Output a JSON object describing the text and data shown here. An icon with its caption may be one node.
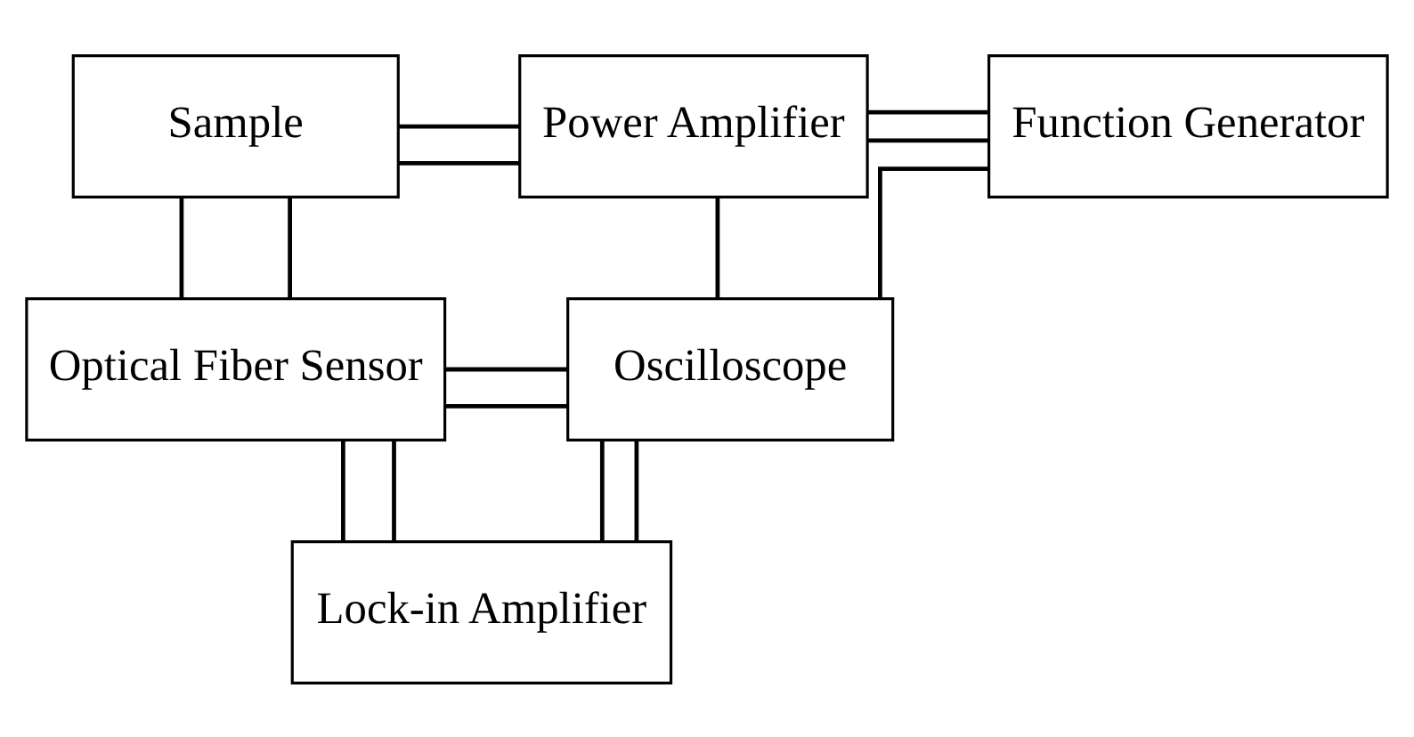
{
  "diagram": {
    "nodes": [
      {
        "text": [
          "Sample"
        ]
      },
      {
        "text": [
          "Power Amplifier"
        ]
      },
      {
        "text": [
          "Function Generator"
        ]
      },
      {
        "text": [
          "Optical Fiber Sensor"
        ]
      },
      {
        "text": [
          "Oscilloscope"
        ]
      },
      {
        "text": [
          "Lock-in Amplifier"
        ]
      }
    ],
    "edges": [
      {
        "from": 0,
        "to": 1,
        "arrow": "none"
      },
      {
        "from": 0,
        "to": 1,
        "arrow": "none"
      },
      {
        "from": 1,
        "to": 2,
        "arrow": "none"
      },
      {
        "from": 4,
        "to": 2,
        "arrow": "none"
      },
      {
        "from": 4,
        "to": 5,
        "arrow": "none"
      },
      {
        "from": 1,
        "to": 2,
        "arrow": "none"
      },
      {
        "from": 1,
        "to": 4,
        "arrow": "none"
      },
      {
        "from": 4,
        "to": 5,
        "arrow": "none"
      },
      {
        "from": 0,
        "to": 3,
        "arrow": "none"
      },
      {
        "from": 0,
        "to": 3,
        "arrow": "none"
      },
      {
        "from": 3,
        "to": 4,
        "arrow": "none"
      },
      {
        "from": 3,
        "to": 5,
        "arrow": "none"
      },
      {
        "from": 3,
        "to": 4,
        "arrow": "none"
      },
      {
        "from": 3,
        "to": 5,
        "arrow": "none"
      }
    ]
  }
}
